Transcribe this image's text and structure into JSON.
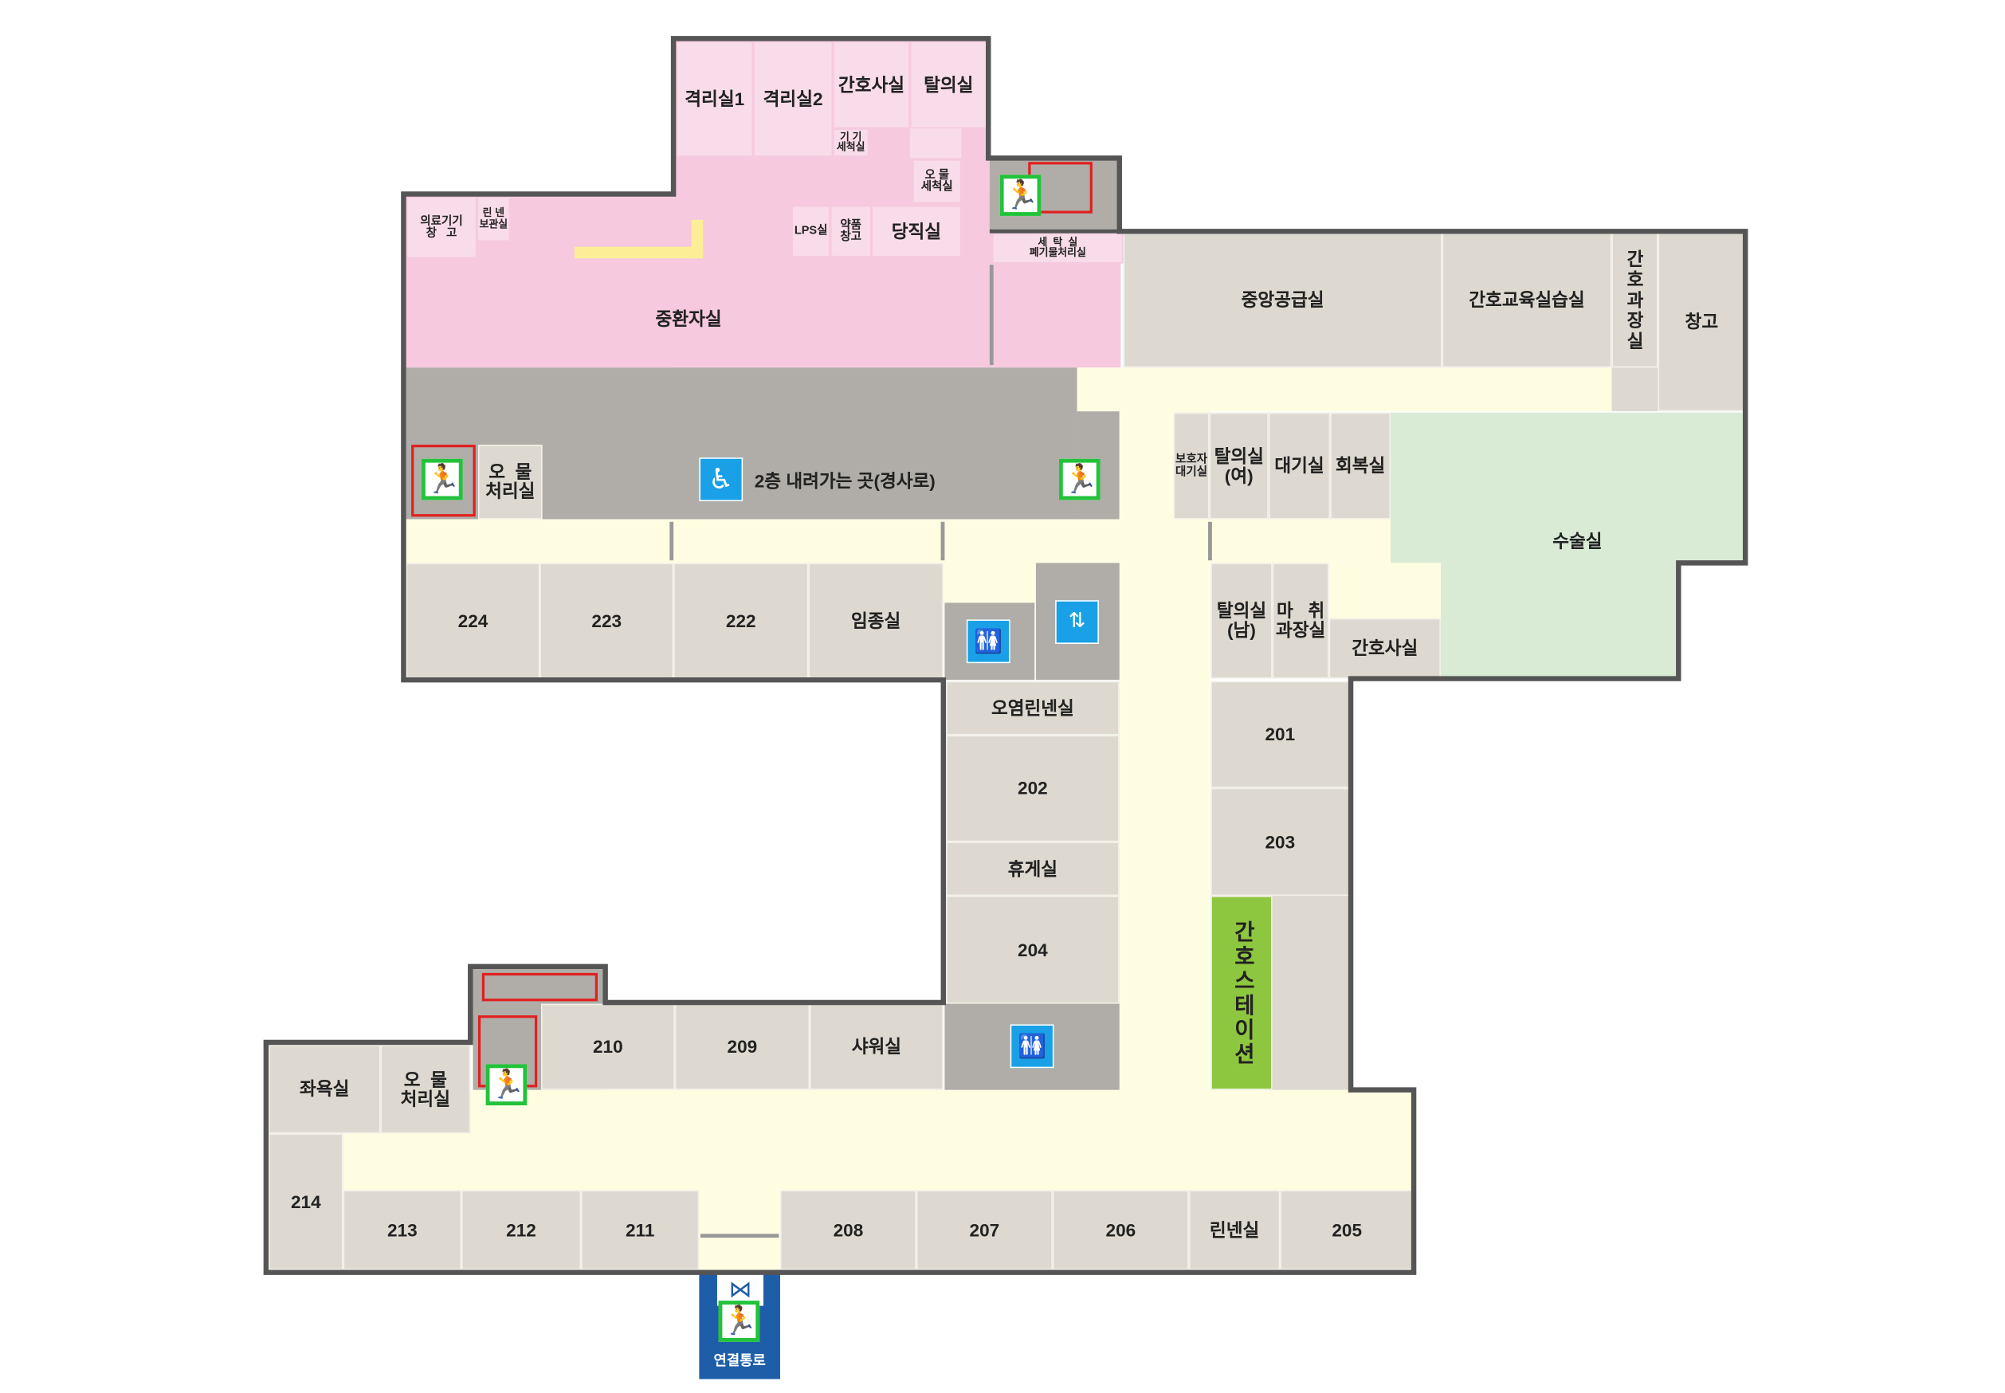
{
  "colors": {
    "wall": "#555555",
    "pink_area": "#f6c9de",
    "pink_room": "#f9dce9",
    "room": "#ddd9d1",
    "corridor": "#fefde2",
    "service": "#b0ada8",
    "operating": "#daebd5",
    "nurse_station": "#8dc63f",
    "connector": "#1e5ea8",
    "exit": "#22c33a",
    "stair": "#e02020",
    "facility_icon": "#1aa0e6"
  },
  "icons": {
    "exit": "emergency-exit-icon",
    "ramp": "wheelchair-ramp-icon",
    "toilet": "restroom-icon",
    "elevator": "elevator-icon",
    "connector": "connection-passage-icon"
  },
  "rooms": {
    "isolation1": "격리실1",
    "isolation2": "격리실2",
    "nurse_top": "간호사실",
    "changing_top": "탈의실",
    "equipment_wash": "기 기\n세척실",
    "soiled_wash": "오 물\n세척실",
    "med_storage": "의료기기\n창   고",
    "linen_storage": "린 넨\n보관실",
    "lps": "LPS실",
    "pharmacy": "약품\n창고",
    "duty": "당직실",
    "laundry": "세  탁  실\n폐기물처리실",
    "icu": "중환자실",
    "ramp": "2층 내려가는 곳(경사로)",
    "soiled_left": "오  물\n처리실",
    "central_supply": "중앙공급실",
    "nursing_edu": "간호교육실습실",
    "nursing_director": "간호과장실",
    "storage": "창고",
    "guardian_wait": "보호자\n대기실",
    "changing_f": "탈의실\n(여)",
    "waiting": "대기실",
    "recovery": "회복실",
    "operating": "수술실",
    "r224": "224",
    "r223": "223",
    "r222": "222",
    "hospice": "임종실",
    "changing_m": "탈의실\n(남)",
    "anesthesia": "마   취\n과장실",
    "nurse_or": "간호사실",
    "contam_linen": "오염린넨실",
    "r202": "202",
    "lounge": "휴게실",
    "r204": "204",
    "r201": "201",
    "r203": "203",
    "nurse_station": "간호스테이션",
    "r210": "210",
    "r209": "209",
    "shower": "샤워실",
    "sitz": "좌욕실",
    "soiled_bottom": "오  물\n처리실",
    "r214": "214",
    "r213": "213",
    "r212": "212",
    "r211": "211",
    "r208": "208",
    "r207": "207",
    "r206": "206",
    "linen": "린넨실",
    "r205": "205",
    "connector": "연결통로"
  }
}
